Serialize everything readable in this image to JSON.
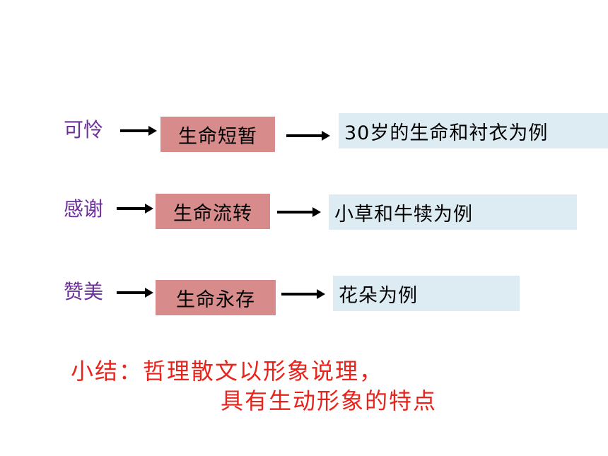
{
  "rows": [
    {
      "emotion": "可怜",
      "theme": "生命短暂",
      "example": "30岁的生命和衬衣为例"
    },
    {
      "emotion": "感谢",
      "theme": "生命流转",
      "example": "小草和牛犊为例"
    },
    {
      "emotion": "赞美",
      "theme": "生命永存",
      "example": "花朵为例"
    }
  ],
  "summary": {
    "line1": "小结：哲理散文以形象说理，",
    "line2": "具有生动形象的特点"
  },
  "colors": {
    "emotion_text": "#6b2f9a",
    "theme_box": "#d78b8b",
    "example_box": "#ddebf3",
    "summary_text": "#e8231b",
    "arrow": "#000000"
  }
}
